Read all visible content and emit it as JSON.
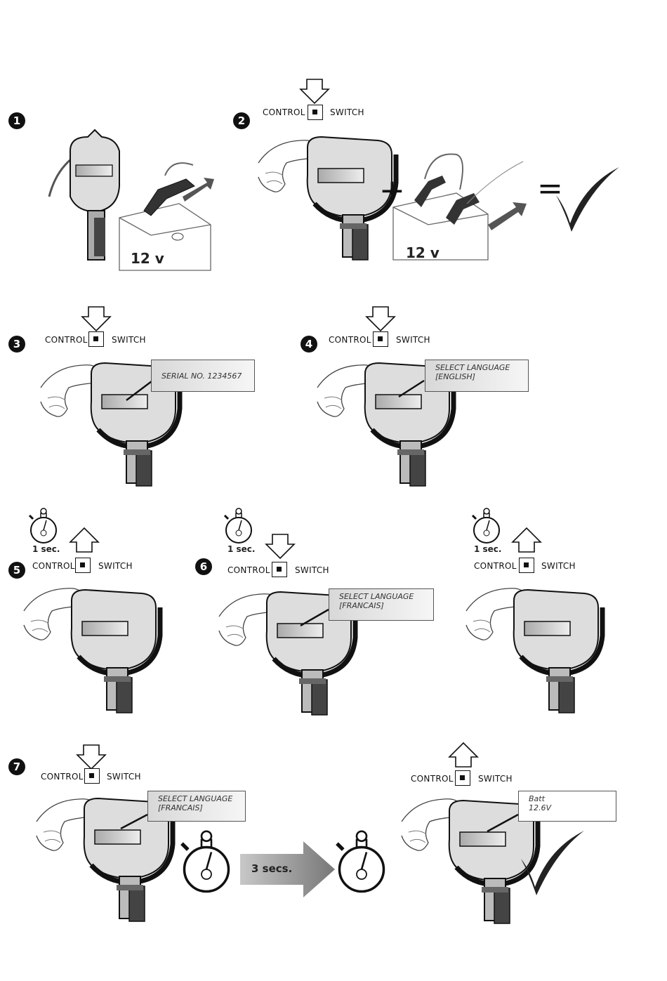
{
  "steps": [
    "1",
    "2",
    "3",
    "4",
    "5",
    "6",
    "7"
  ],
  "control_label": "CONTROL",
  "switch_label": "SWITCH",
  "voltage_label": "12 v",
  "plus_sign": "+",
  "equals_sign": "=",
  "one_sec": "1 sec.",
  "three_secs": "3 secs.",
  "displays": {
    "serial": "SERIAL NO. 1234567",
    "lang_en_line1": "SELECT LANGUAGE",
    "lang_en_line2": "[ENGLISH]",
    "lang_fr_line1": "SELECT LANGUAGE",
    "lang_fr_line2": "[FRANCAIS]",
    "batt_line1": "Batt",
    "batt_line2": "12.6V"
  },
  "icons": [
    "arrow-down-icon",
    "arrow-up-icon",
    "stopwatch-icon",
    "checkmark-icon",
    "battery-icon",
    "clamp-icon",
    "tester-device-icon",
    "hand-icon"
  ],
  "colors": {
    "ink": "#111111",
    "lcd_fill": "#e8e8e8",
    "arrow_fill": "#9a9a9a"
  }
}
